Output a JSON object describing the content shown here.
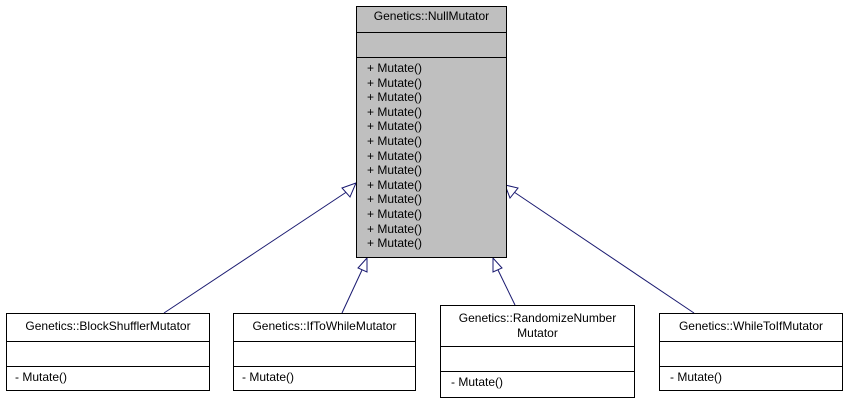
{
  "base_class": {
    "name": "Genetics::NullMutator",
    "attributes": [],
    "methods": [
      "+ Mutate()",
      "+ Mutate()",
      "+ Mutate()",
      "+ Mutate()",
      "+ Mutate()",
      "+ Mutate()",
      "+ Mutate()",
      "+ Mutate()",
      "+ Mutate()",
      "+ Mutate()",
      "+ Mutate()",
      "+ Mutate()",
      "+ Mutate()"
    ]
  },
  "derived_classes": [
    {
      "id": "block-shuffler-mutator",
      "name": "Genetics::BlockShufflerMutator",
      "attributes": [],
      "methods": [
        "- Mutate()"
      ]
    },
    {
      "id": "if-to-while-mutator",
      "name": "Genetics::IfToWhileMutator",
      "attributes": [],
      "methods": [
        "- Mutate()"
      ]
    },
    {
      "id": "randomize-number-mutator",
      "name": "Genetics::RandomizeNumber\nMutator",
      "attributes": [],
      "methods": [
        "- Mutate()"
      ]
    },
    {
      "id": "while-to-if-mutator",
      "name": "Genetics::WhileToIfMutator",
      "attributes": [],
      "methods": [
        "- Mutate()"
      ]
    }
  ],
  "colors": {
    "base_fill": "#bfbfbf",
    "node_fill": "#ffffff",
    "border": "#000000",
    "edge": "#191970"
  }
}
